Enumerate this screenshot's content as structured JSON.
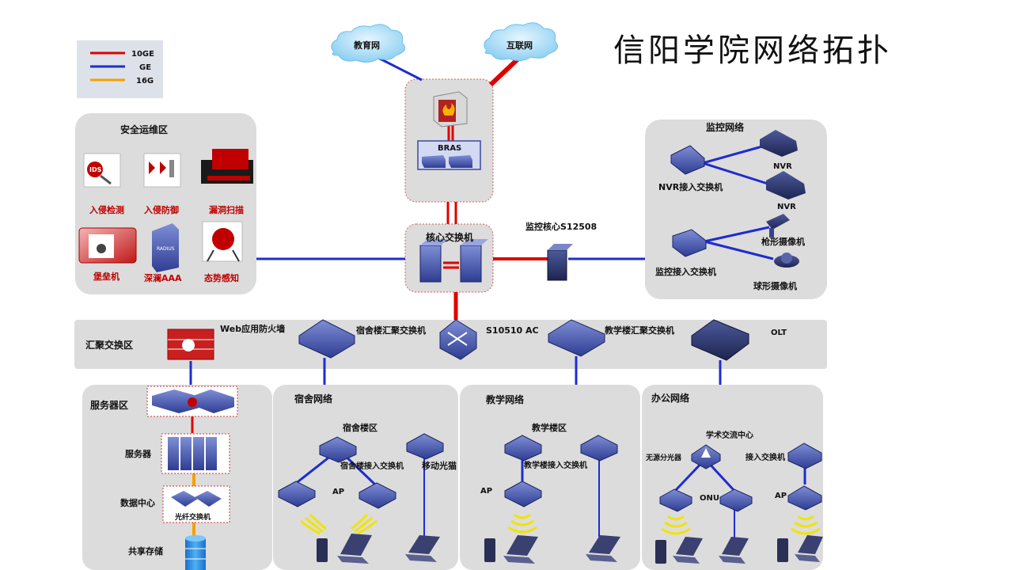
{
  "title": "信阳学院网络拓扑",
  "legend": {
    "items": [
      {
        "label": "10GE",
        "color": "#e00000"
      },
      {
        "label": "GE",
        "color": "#1f2ccf"
      },
      {
        "label": "16G",
        "color": "#f5a000"
      }
    ]
  },
  "clouds": {
    "edu": "教育网",
    "internet": "互联网"
  },
  "core": {
    "bras_label": "BRAS",
    "core_switch": "核心交换机",
    "monitor_core": "监控核心S12508"
  },
  "security": {
    "title": "安全运维区",
    "items": [
      "入侵检测",
      "入侵防御",
      "漏洞扫描",
      "堡垒机",
      "深澜AAA",
      "态势感知"
    ],
    "ids_text": "IDS",
    "aaa_text": "RADIUS"
  },
  "monitor": {
    "title": "监控网络",
    "nvr_switch": "NVR接入交换机",
    "nvr1": "NVR",
    "nvr2": "NVR",
    "access_switch": "监控接入交换机",
    "bullet_cam": "枪形摄像机",
    "dome_cam": "球形摄像机"
  },
  "aggregation": {
    "title": "汇聚交换区",
    "waf": "Web应用防火墙",
    "dorm_agg": "宿舍楼汇聚交换机",
    "ac": "S10510 AC",
    "teach_agg": "教学楼汇聚交换机",
    "olt": "OLT"
  },
  "server": {
    "title": "服务器区",
    "servers": "服务器",
    "datacenter": "数据中心",
    "fiber_switch": "光纤交换机",
    "storage": "共享存储"
  },
  "dorm": {
    "title": "宿舍网络",
    "building": "宿舍楼区",
    "access": "宿舍楼接入交换机",
    "mobile": "移动光猫",
    "ap": "AP"
  },
  "teach": {
    "title": "教学网络",
    "building": "教学楼区",
    "access": "教学楼接入交换机",
    "ap": "AP"
  },
  "office": {
    "title": "办公网络",
    "center": "学术交流中心",
    "splitter": "无源分光器",
    "onu": "ONU",
    "access": "接入交换机",
    "ap": "AP"
  }
}
